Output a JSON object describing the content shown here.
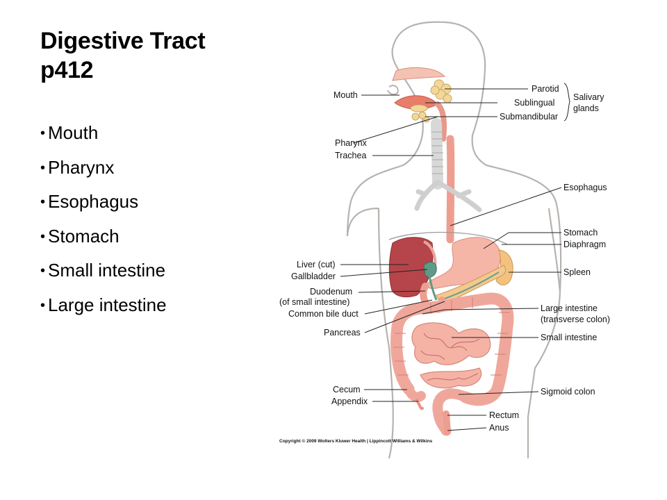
{
  "slide": {
    "title_line1": "Digestive Tract",
    "title_line2": "p412",
    "bullets": [
      "Mouth",
      "Pharynx",
      "Esophagus",
      "Stomach",
      "Small intestine",
      "Large intestine"
    ]
  },
  "diagram": {
    "labels_left": {
      "mouth": "Mouth",
      "pharynx": "Pharynx",
      "trachea": "Trachea",
      "liver": "Liver (cut)",
      "gallbladder": "Gallbladder",
      "duodenum": "Duodenum",
      "duodenum_sub": "(of small intestine)",
      "bile_duct": "Common bile duct",
      "pancreas": "Pancreas",
      "cecum": "Cecum",
      "appendix": "Appendix"
    },
    "labels_right": {
      "parotid": "Parotid",
      "sublingual": "Sublingual",
      "submandibular": "Submandibular",
      "salivary1": "Salivary",
      "salivary2": "glands",
      "esophagus": "Esophagus",
      "stomach": "Stomach",
      "diaphragm": "Diaphragm",
      "spleen": "Spleen",
      "large_intestine": "Large intestine",
      "large_intestine_sub": "(transverse colon)",
      "small_intestine": "Small intestine",
      "sigmoid": "Sigmoid colon",
      "rectum": "Rectum",
      "anus": "Anus"
    },
    "copyright": "Copyright © 2009 Wolters Kluwer Health | Lippincott Williams & Wilkins",
    "colors": {
      "outline": "#b7b2ae",
      "gland": "#f3d79a",
      "liver": "#b5454a",
      "gallbladder": "#5f9a86",
      "intestine": "#f0a79b",
      "stomach": "#f5b6a8",
      "trachea": "#d8d8d8"
    }
  }
}
